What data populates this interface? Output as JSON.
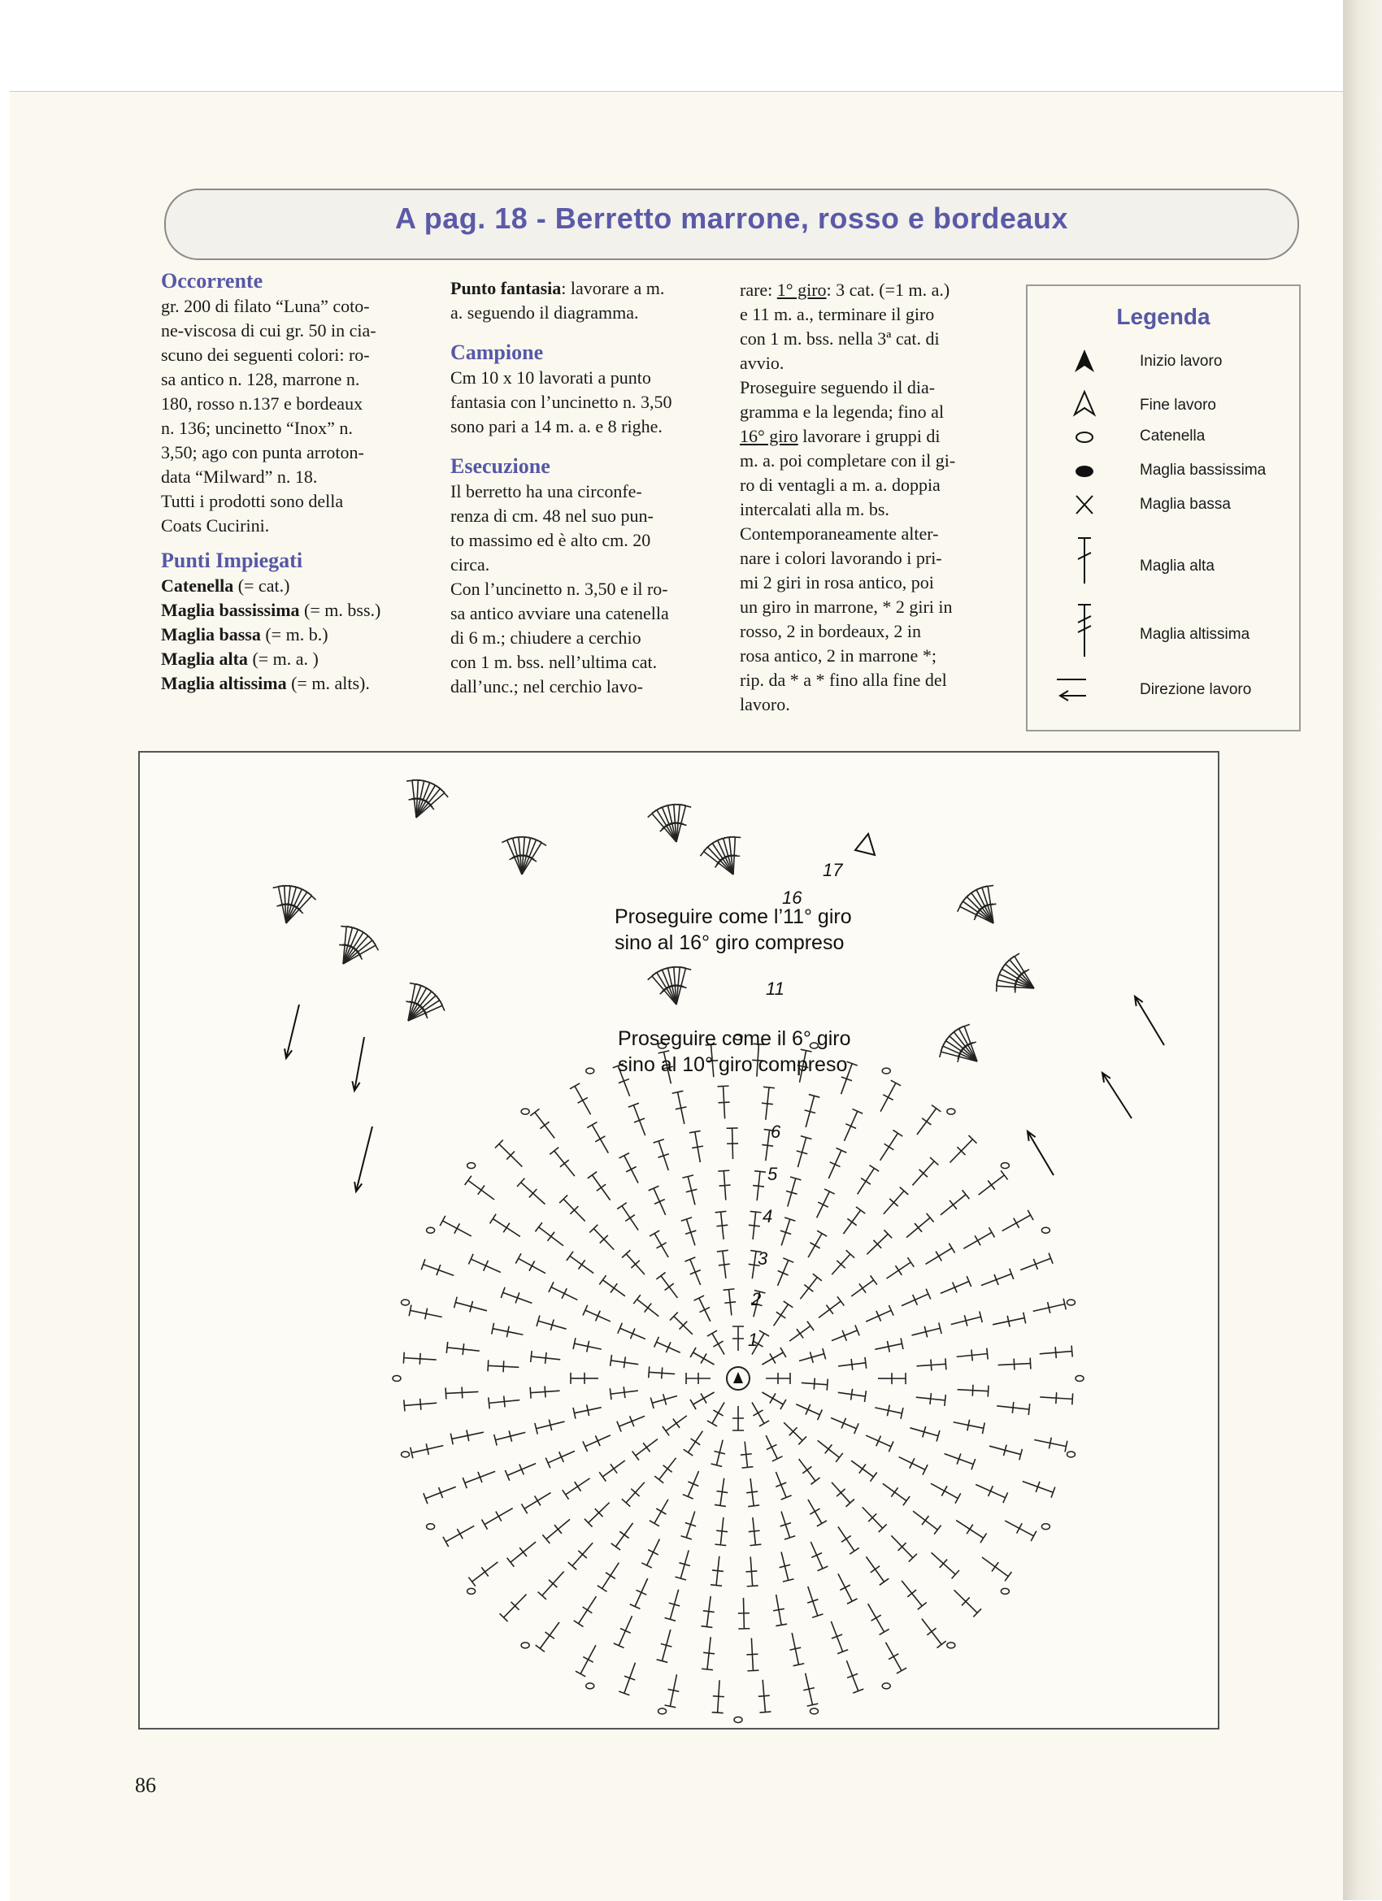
{
  "header": {
    "title": "A pag. 18 - Berretto marrone, rosso e bordeaux"
  },
  "col1": {
    "occorrente_heading": "Occorrente",
    "occorrente_lines": [
      "gr. 200 di filato “Luna” coto-",
      "ne-viscosa di cui gr. 50 in cia-",
      "scuno dei seguenti colori: ro-",
      "sa antico n. 128, marrone n.",
      "180, rosso n.137 e bordeaux",
      "n. 136; uncinetto “Inox” n.",
      "3,50; ago con punta arroton-",
      "data “Milward” n. 18.",
      "Tutti i  prodotti sono della",
      "Coats Cucirini."
    ],
    "punti_heading": "Punti Impiegati",
    "punti": [
      {
        "name": "Catenella",
        "abbr": " (= cat.)"
      },
      {
        "name": "Maglia bassissima",
        "abbr": " (= m. bss.)"
      },
      {
        "name": "Maglia bassa",
        "abbr": " (= m. b.)"
      },
      {
        "name": "Maglia alta",
        "abbr": " (= m. a. )"
      },
      {
        "name": "Maglia altissima",
        "abbr": " (= m. alts)."
      }
    ]
  },
  "col2": {
    "fantasia_label": "Punto fantasia",
    "fantasia_line1": ": lavorare a m.",
    "fantasia_line2": "a. seguendo il diagramma.",
    "campione_heading": "Campione",
    "campione_lines": [
      "Cm 10 x 10 lavorati a punto",
      "fantasia con l’uncinetto n. 3,50",
      "sono pari a 14 m. a. e 8 righe."
    ],
    "esecuzione_heading": "Esecuzione",
    "esecuzione_lines": [
      "Il berretto ha una circonfe-",
      "renza di cm. 48 nel suo pun-",
      "to massimo ed è alto cm. 20",
      "circa.",
      "Con l’uncinetto n. 3,50 e il ro-",
      "sa antico avviare una catenella",
      "di  6 m.; chiudere a cerchio",
      "con 1 m. bss. nell’ultima cat.",
      "dall’unc.;  nel cerchio lavo-"
    ]
  },
  "col3": {
    "line1_pre": "rare: ",
    "line1_u": "1° giro",
    "line1_post": ": 3 cat. (=1 m. a.)",
    "lines_a": [
      "e 11 m. a., terminare il giro",
      "con 1 m. bss. nella 3ª cat. di",
      "avvio.",
      "Proseguire seguendo  il dia-",
      "gramma e la legenda; fino al"
    ],
    "line7_u": "16° giro",
    "line7_post": " lavorare i gruppi di",
    "lines_b": [
      "m. a. poi completare con il gi-",
      "ro di ventagli a m. a. doppia",
      "intercalati alla m. bs.",
      "Contemporaneamente alter-",
      "nare i colori lavorando i pri-",
      "mi 2 giri in rosa antico, poi",
      "un giro in marrone, * 2 giri in",
      "rosso, 2 in bordeaux, 2 in",
      "rosa antico, 2 in marrone *;",
      "rip. da * a * fino alla fine del",
      "lavoro."
    ]
  },
  "legend": {
    "title": "Legenda",
    "items": [
      {
        "icon": "filled-arrowhead-icon",
        "label": "Inizio lavoro"
      },
      {
        "icon": "open-arrowhead-icon",
        "label": "Fine lavoro"
      },
      {
        "icon": "oval-icon",
        "label": "Catenella"
      },
      {
        "icon": "filled-oval-icon",
        "label": "Maglia bassissima"
      },
      {
        "icon": "cross-icon",
        "label": "Maglia bassa"
      },
      {
        "icon": "double-crochet-icon",
        "label": "Maglia alta"
      },
      {
        "icon": "treble-crochet-icon",
        "label": "Maglia altissima"
      },
      {
        "icon": "direction-arrows-icon",
        "label": "Direzione lavoro"
      }
    ]
  },
  "diagram": {
    "note_upper_1": "Proseguire come l’11° giro",
    "note_upper_2": "sino al 16° giro compreso",
    "note_lower_1": "Proseguire come il 6° giro",
    "note_lower_2": "sino al 10° giro compreso",
    "round_labels": [
      "1",
      "2",
      "3",
      "4",
      "5",
      "6",
      "11",
      "16",
      "17"
    ]
  },
  "page_number": "86",
  "colors": {
    "heading": "#5658a6",
    "banner_text": "#5a5aa8",
    "paper": "#fbf8ef"
  }
}
